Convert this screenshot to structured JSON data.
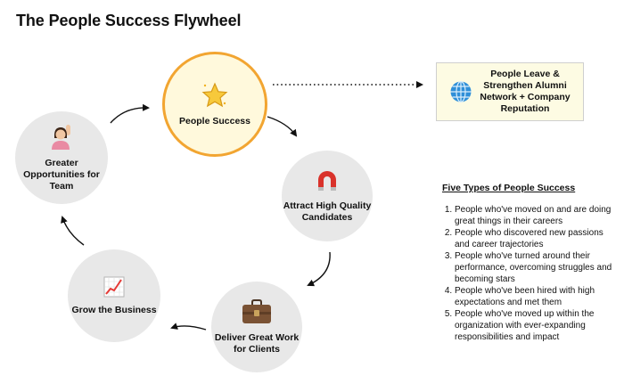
{
  "title": "The People Success Flywheel",
  "nodes": {
    "success": {
      "label": "People Success",
      "icon": "star-icon"
    },
    "attract": {
      "label": "Attract High Quality Candidates",
      "icon": "magnet-icon"
    },
    "deliver": {
      "label": "Deliver Great Work for Clients",
      "icon": "briefcase-icon"
    },
    "grow": {
      "label": "Grow the Business",
      "icon": "chart-increasing-icon"
    },
    "greater": {
      "label": "Greater Opportunities for Team",
      "icon": "person-raising-hand-icon"
    }
  },
  "outcome": {
    "label": "People Leave & Strengthen Alumni Network + Company Reputation",
    "icon": "globe-icon"
  },
  "types": {
    "heading": "Five Types of People Success",
    "items": [
      "People who've moved on and are doing great things in their careers",
      "People who discovered new passions and career trajectories",
      "People who've turned around their performance, overcoming struggles and becoming stars",
      "People who've been hired with high expectations and met them",
      "People who've moved up within the organization with ever-expanding responsibilities and impact"
    ]
  },
  "colors": {
    "highlight_border": "#f2a531",
    "highlight_fill": "#fff9dc",
    "node_fill": "#e8e8e8",
    "outcome_fill": "#fdfbe3"
  }
}
